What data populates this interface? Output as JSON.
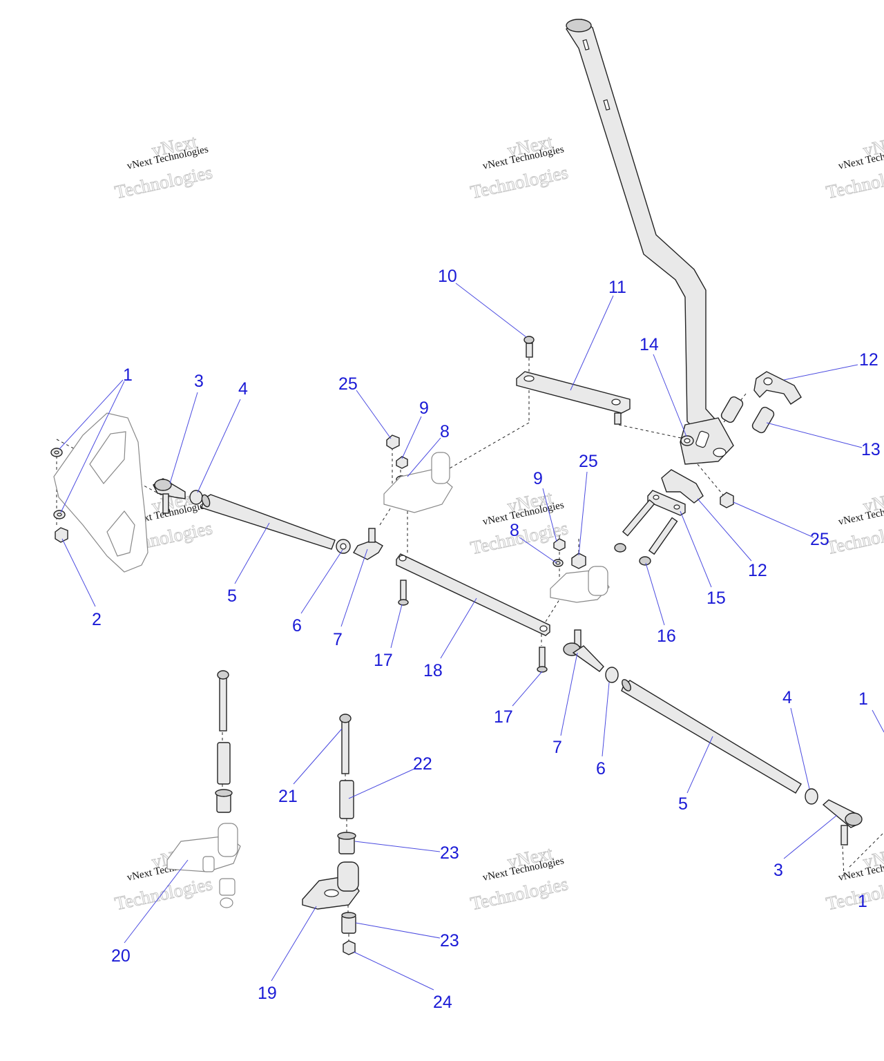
{
  "watermark": {
    "line": "vNext Technologies",
    "big_top": "vNext",
    "big_bottom": "Technologies"
  },
  "callouts": [
    {
      "id": "c1a",
      "text": "1"
    },
    {
      "id": "c2",
      "text": "2"
    },
    {
      "id": "c3a",
      "text": "3"
    },
    {
      "id": "c4a",
      "text": "4"
    },
    {
      "id": "c5a",
      "text": "5"
    },
    {
      "id": "c6a",
      "text": "6"
    },
    {
      "id": "c7a",
      "text": "7"
    },
    {
      "id": "c8a",
      "text": "8"
    },
    {
      "id": "c9a",
      "text": "9"
    },
    {
      "id": "c10",
      "text": "10"
    },
    {
      "id": "c11",
      "text": "11"
    },
    {
      "id": "c12a",
      "text": "12"
    },
    {
      "id": "c13",
      "text": "13"
    },
    {
      "id": "c14",
      "text": "14"
    },
    {
      "id": "c25a",
      "text": "25"
    },
    {
      "id": "c25b",
      "text": "25"
    },
    {
      "id": "c9b",
      "text": "9"
    },
    {
      "id": "c8b",
      "text": "8"
    },
    {
      "id": "c25c",
      "text": "25"
    },
    {
      "id": "c12b",
      "text": "12"
    },
    {
      "id": "c15",
      "text": "15"
    },
    {
      "id": "c16",
      "text": "16"
    },
    {
      "id": "c17a",
      "text": "17"
    },
    {
      "id": "c18",
      "text": "18"
    },
    {
      "id": "c17b",
      "text": "17"
    },
    {
      "id": "c7b",
      "text": "7"
    },
    {
      "id": "c6b",
      "text": "6"
    },
    {
      "id": "c5b",
      "text": "5"
    },
    {
      "id": "c4b",
      "text": "4"
    },
    {
      "id": "c1b",
      "text": "1"
    },
    {
      "id": "c3b",
      "text": "3"
    },
    {
      "id": "c1c",
      "text": "1"
    },
    {
      "id": "c21",
      "text": "21"
    },
    {
      "id": "c22",
      "text": "22"
    },
    {
      "id": "c23a",
      "text": "23"
    },
    {
      "id": "c23b",
      "text": "23"
    },
    {
      "id": "c20",
      "text": "20"
    },
    {
      "id": "c19",
      "text": "19"
    },
    {
      "id": "c24",
      "text": "24"
    }
  ]
}
